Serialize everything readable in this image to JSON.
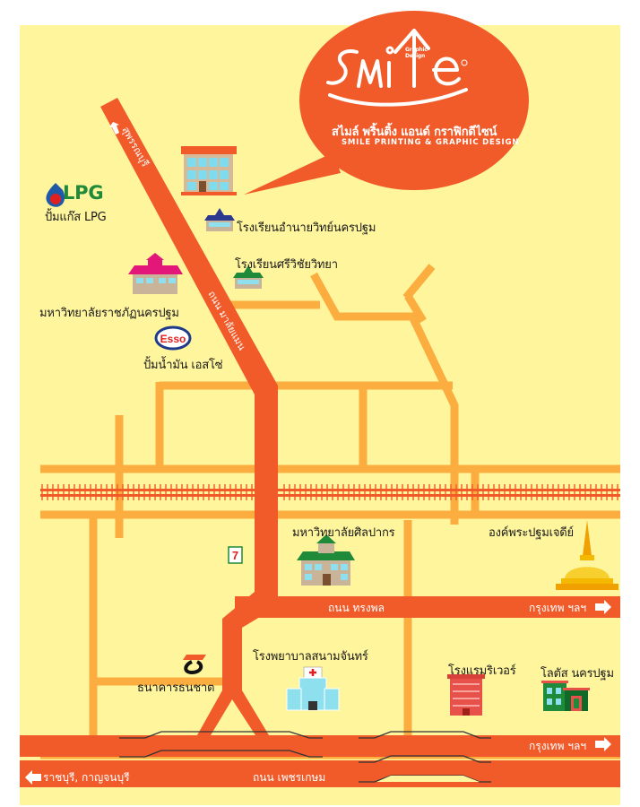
{
  "brand": {
    "logo_text": "Smile",
    "logo_subtext": "Graphic Design",
    "thai_name": "สไมล์ พริ้นติ้ง แอนด์ กราฟิกดีไซน์",
    "english_name": "SMILE PRINTING & GRAPHIC DESIGN",
    "colors": {
      "bubble": "#f15a29",
      "map_bg": "#fff59d",
      "main_road": "#f15a29",
      "minor_road": "#fbad3f"
    }
  },
  "roads": {
    "suphanburi": "สุพรรณบุรี",
    "malaiman": "ถนน มาลัยแมน",
    "songphon": "ถนน ทรงพล",
    "songphon_direction": "กรุงเทพ ฯลฯ",
    "phetkasem": "ถนน เพชรเกษม",
    "phetkasem_direction_east": "กรุงเทพ ฯลฯ",
    "phetkasem_direction_west": "ราชบุรี, กาญจนบุรี"
  },
  "landmarks": [
    {
      "id": "lpg",
      "logo": "LPG",
      "label": "ปั้มแก๊ส LPG"
    },
    {
      "id": "anuban_school",
      "label": "โรงเรียนอำนายวิทย์นครปฐม"
    },
    {
      "id": "sriwichai_school",
      "label": "โรงเรียนศรีวิชัยวิทยา"
    },
    {
      "id": "rajabhat",
      "label": "มหาวิทยาลัยราชภัฏนครปฐม"
    },
    {
      "id": "esso",
      "logo": "Esso",
      "label": "ปั้มน้ำมัน เอสโซ่"
    },
    {
      "id": "silpakorn",
      "label": "มหาวิทยาลัยศิลปากร"
    },
    {
      "id": "phra_pathom_chedi",
      "label": "องค์พระปฐมเจดีย์"
    },
    {
      "id": "seven_eleven",
      "logo": "7",
      "label": ""
    },
    {
      "id": "thanachart",
      "label": "ธนาคารธนชาต"
    },
    {
      "id": "hospital",
      "label": "โรงพยาบาลสนามจันทร์"
    },
    {
      "id": "river_hotel",
      "label": "โรงแรมริเวอร์"
    },
    {
      "id": "lotus",
      "label": "โลตัส นครปฐม"
    }
  ]
}
